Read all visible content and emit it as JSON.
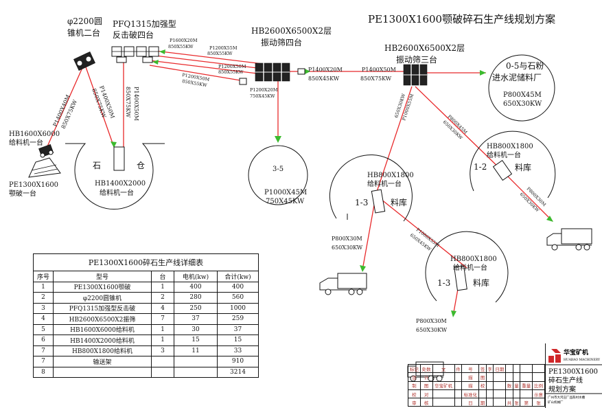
{
  "title": "PE1300X1600颚破碎石生产线规划方案",
  "equipment": {
    "cone": [
      "φ2200圆",
      "锥机二台"
    ],
    "impact": [
      "PFQ1315加强型",
      "反击破四台"
    ],
    "screen4": [
      "HB2600X6500X2层",
      "振动筛四台"
    ],
    "screen3": [
      "HB2600X6500X2层",
      "振动筛三台"
    ],
    "feeder_main": [
      "HB1600X6000",
      "给料机一台"
    ],
    "jaw": [
      "PE1300X1600",
      "颚破一台"
    ],
    "silo": [
      "石",
      "仓"
    ],
    "silo_feeder": [
      "HB1400X2000",
      "给料机一台"
    ],
    "pile_left": [
      "HB800X1800",
      "给料机一台"
    ],
    "pile_left_tag": "1-3",
    "pile_right": [
      "HB800X1800",
      "给料机一台"
    ],
    "pile_right_tag": "1-2",
    "pile_bottom": [
      "HB800X1800",
      "给料机一台"
    ],
    "pile_bottom_tag": "1-3",
    "pile_word": "料库",
    "pile_35": [
      "3-5",
      "P1000X45M",
      "750X45KW"
    ],
    "pile_05": [
      "0-5与石粉",
      "进水泥储料厂",
      "P800X45M",
      "650X30KW"
    ]
  },
  "belts": {
    "b1": [
      "P1400X40M",
      "850X75KW"
    ],
    "b2": [
      "P1400X50M",
      "850X75KW"
    ],
    "b3": [
      "P1400X50M",
      "850X75KW"
    ],
    "b4": [
      "P1600X20M",
      "850X55KW"
    ],
    "b5": [
      "P1200X55M",
      "850X55KW"
    ],
    "b6": [
      "P1200X50M",
      "850X55KW"
    ],
    "b7": [
      "P1200X50M",
      "850X55KW"
    ],
    "b8": [
      "P1200X20M",
      "750X45KW"
    ],
    "b9": [
      "P1400X20M",
      "850X45KW"
    ],
    "b10": [
      "P1400X50M",
      "850X75KW"
    ],
    "b11": [
      "P800X45M",
      "650X30KW"
    ],
    "b12": [
      "P1000X55M",
      "650X30KW"
    ],
    "b13": [
      "P800X30M",
      "650X30KW"
    ],
    "b14": [
      "P800X30M",
      "650X30KW"
    ],
    "b15": [
      "P1000X55M",
      "650X45KW"
    ],
    "b16": [
      "P800X30M",
      "650X30KW"
    ]
  },
  "table": {
    "caption": "PE1300X1600碎石生产线详细表",
    "headers": [
      "序号",
      "型号",
      "台",
      "电机(kw)",
      "合计(kw)"
    ],
    "rows": [
      [
        "1",
        "PE1300X1600颚破",
        "1",
        "400",
        "400"
      ],
      [
        "2",
        "φ2200圆锥机",
        "2",
        "280",
        "560"
      ],
      [
        "3",
        "PFQ1315加强型反击破",
        "4",
        "250",
        "1000"
      ],
      [
        "4",
        "HB2600X6500X2振筛",
        "7",
        "37",
        "259"
      ],
      [
        "5",
        "HB1600X6000给料机",
        "1",
        "30",
        "37"
      ],
      [
        "6",
        "HB1400X2000给料机",
        "1",
        "15",
        "15"
      ],
      [
        "7",
        "HB800X1800给料机",
        "3",
        "11",
        "33"
      ],
      [
        "7",
        "输送架",
        "",
        "",
        "910"
      ],
      [
        "8",
        "",
        "",
        "",
        "3214"
      ]
    ]
  },
  "title_block": {
    "brand": "华宝矿机",
    "brand_en": "HUABAO MACHINERY",
    "project": [
      "PE1300X1600",
      "碎石生产线",
      "规划方案"
    ],
    "address": [
      "广州市大河庄厂品陈村水槽",
      "矿山机械厂"
    ],
    "rows": [
      [
        "标记",
        "处数",
        "文",
        "件",
        "号",
        "签",
        "字",
        "日期",
        "",
        "",
        "",
        ""
      ],
      [
        "设",
        "计",
        "",
        "",
        "描",
        "图",
        "",
        "",
        "",
        "",
        "",
        ""
      ],
      [
        "制",
        "图",
        "华宝矿机",
        "",
        "描",
        "校",
        "",
        "",
        "数",
        "量",
        "重量",
        "比例"
      ],
      [
        "校",
        "对",
        "",
        "",
        "标准化",
        "",
        "",
        "",
        "",
        "",
        "",
        "示意"
      ],
      [
        "审",
        "核",
        "",
        "",
        "日",
        "期",
        "",
        "",
        "共",
        "张",
        "第",
        "张"
      ]
    ]
  },
  "colors": {
    "belt": "#e8282a",
    "arrow": "#3cba2e",
    "ink": "#111111",
    "title_block_text": "#b0352f",
    "brand_red": "#d0282a"
  }
}
